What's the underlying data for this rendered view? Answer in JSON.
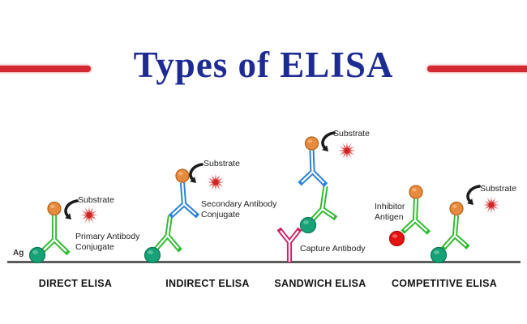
{
  "title": "Types of ELISA",
  "colors": {
    "title_blue": "#1e2b93",
    "accent_red": "#d42832",
    "antibody_green": "#2fba2f",
    "antibody_blue": "#2b80d6",
    "capture_antibody_pink": "#cf2064",
    "antigen_teal": "#16a176",
    "enzyme_conjugate_orange": "#e68a3e",
    "inhibitor_red": "#e51212",
    "substrate_star_red": "#e14b4b",
    "plate_line_gray": "#5c5c5c"
  },
  "diagrams": [
    {
      "name": "DIRECT ELISA",
      "substrate": "Substrate",
      "antigen_label": "Ag",
      "label_line1": "Primary Antibody",
      "label_line2": "Conjugate"
    },
    {
      "name": "INDIRECT ELISA",
      "substrate": "Substrate",
      "label_line1": "Secondary Antibody",
      "label_line2": "Conjugate"
    },
    {
      "name": "SANDWICH ELISA",
      "substrate": "Substrate",
      "label_line1": "Capture Antibody"
    },
    {
      "name": "COMPETITIVE ELISA",
      "substrate": "Substrate",
      "label_line1": "Inhibitor",
      "label_line2": "Antigen"
    }
  ]
}
